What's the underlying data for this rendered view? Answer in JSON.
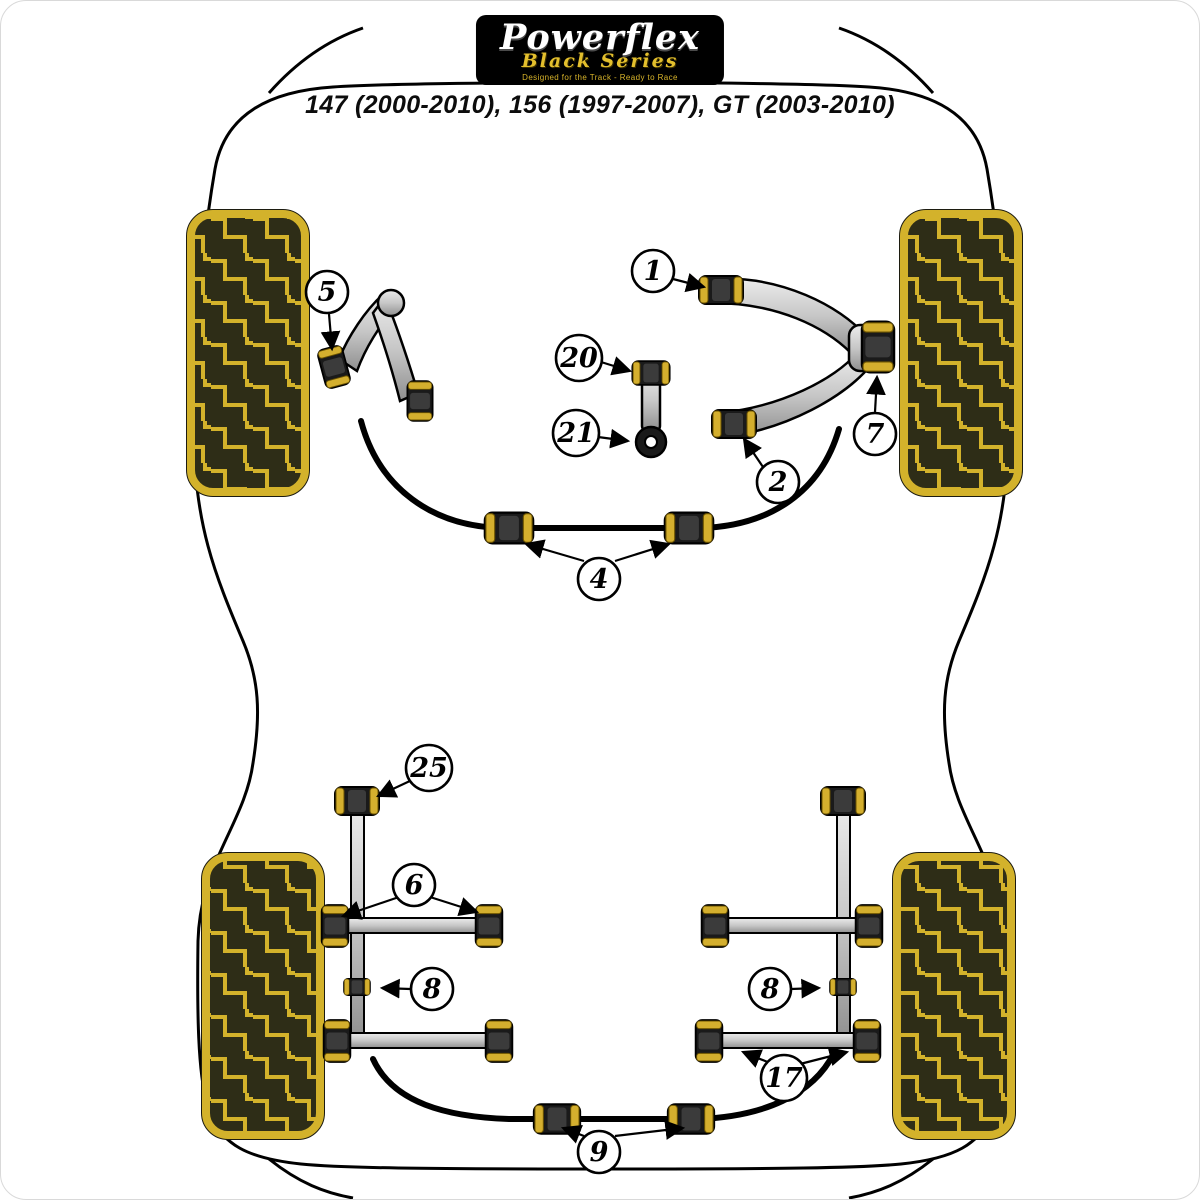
{
  "logo": {
    "brand": "Powerflex",
    "series": "Black Series",
    "tagline": "Designed for the Track - Ready to Race"
  },
  "title": "147 (2000-2010), 156 (1997-2007), GT (2003-2010)",
  "callouts": [
    {
      "id": "callout-1",
      "label": "1"
    },
    {
      "id": "callout-2",
      "label": "2"
    },
    {
      "id": "callout-4",
      "label": "4"
    },
    {
      "id": "callout-5",
      "label": "5"
    },
    {
      "id": "callout-6",
      "label": "6"
    },
    {
      "id": "callout-7",
      "label": "7"
    },
    {
      "id": "callout-8-left",
      "label": "8"
    },
    {
      "id": "callout-8-right",
      "label": "8"
    },
    {
      "id": "callout-9",
      "label": "9"
    },
    {
      "id": "callout-17",
      "label": "17"
    },
    {
      "id": "callout-20",
      "label": "20"
    },
    {
      "id": "callout-21",
      "label": "21"
    },
    {
      "id": "callout-25",
      "label": "25"
    }
  ],
  "colors": {
    "accent_gold": "#d3b22b",
    "logo_gold": "#e3bf2d",
    "line": "#000000",
    "background": "#ffffff"
  }
}
